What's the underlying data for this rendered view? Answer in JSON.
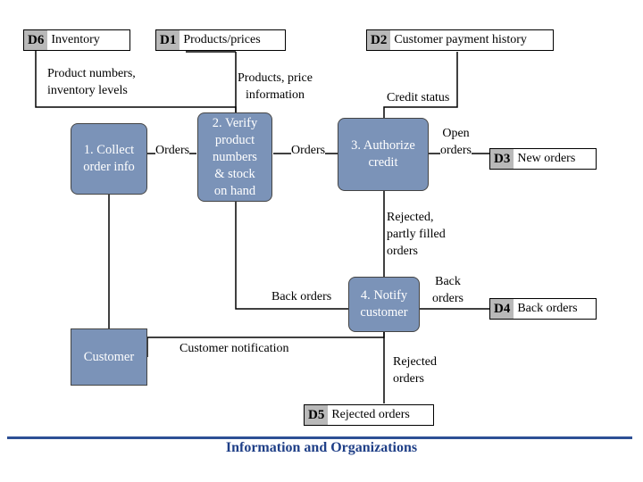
{
  "stores": {
    "d6": {
      "id": "D6",
      "name": "Inventory"
    },
    "d1": {
      "id": "D1",
      "name": "Products/prices"
    },
    "d2": {
      "id": "D2",
      "name": "Customer payment history"
    },
    "d3": {
      "id": "D3",
      "name": "New orders"
    },
    "d4": {
      "id": "D4",
      "name": "Back orders"
    },
    "d5": {
      "id": "D5",
      "name": "Rejected orders"
    }
  },
  "processes": {
    "p1": "1. Collect\norder info",
    "p2": "2. Verify\nproduct\nnumbers\n& stock\non hand",
    "p3": "3. Authorize\ncredit",
    "p4": "4. Notify\ncustomer"
  },
  "entity": {
    "customer": "Customer"
  },
  "flows": {
    "product_numbers": "Product numbers,\ninventory levels",
    "products_price": "Products, price\ninformation",
    "credit_status": "Credit status",
    "orders_1": "Orders",
    "orders_2": "Orders",
    "open_orders": "Open\norders",
    "rejected_partly": "Rejected,\npartly filled\norders",
    "back_orders_1": "Back orders",
    "back_orders_2": "Back\norders",
    "customer_notification": "Customer notification",
    "rejected_orders": "Rejected\norders"
  },
  "footer": "Information and Organizations"
}
